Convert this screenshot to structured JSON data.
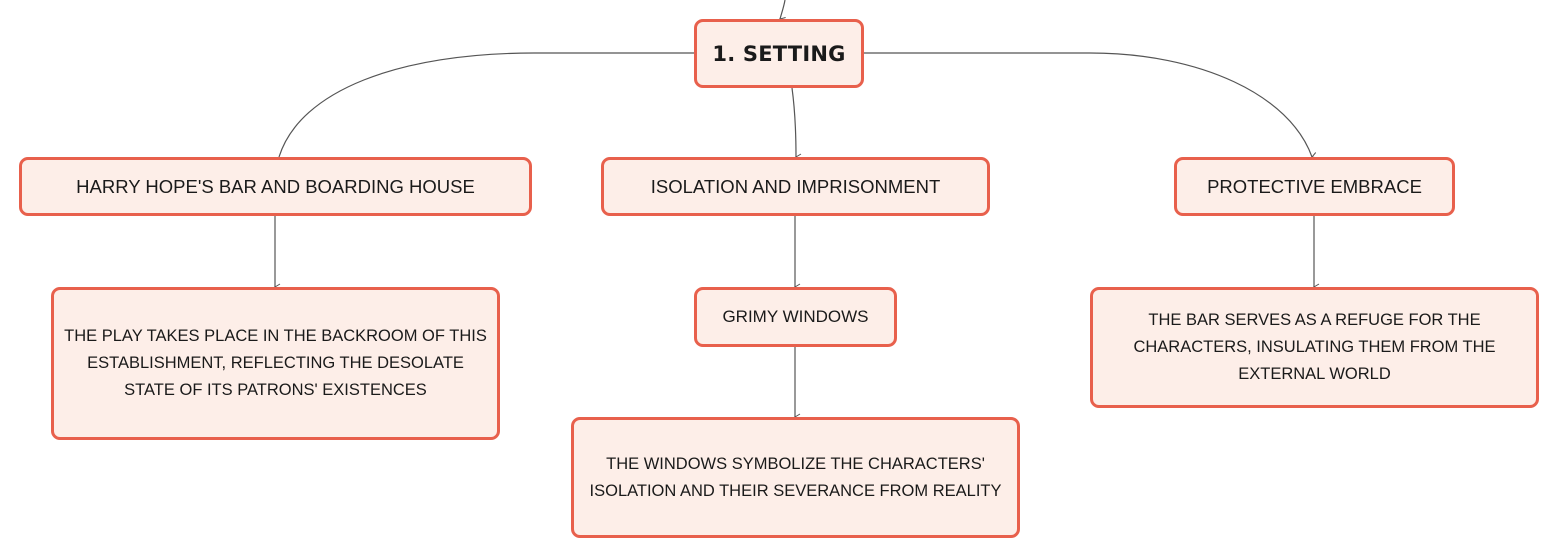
{
  "diagram": {
    "root": {
      "label": "1. SETTING"
    },
    "branches": [
      {
        "label": "HARRY HOPE'S BAR AND BOARDING HOUSE",
        "details": [
          {
            "text": "THE PLAY TAKES PLACE IN THE BACKROOM OF THIS ESTABLISHMENT, REFLECTING THE DESOLATE STATE OF ITS PATRONS' EXISTENCES"
          }
        ]
      },
      {
        "label": "ISOLATION AND IMPRISONMENT",
        "details": [
          {
            "label": "GRIMY WINDOWS"
          },
          {
            "text": "THE WINDOWS SYMBOLIZE THE CHARACTERS' ISOLATION AND THEIR SEVERANCE FROM REALITY"
          }
        ]
      },
      {
        "label": "PROTECTIVE EMBRACE",
        "details": [
          {
            "text": "THE BAR SERVES AS A REFUGE FOR THE CHARACTERS, INSULATING THEM FROM THE EXTERNAL WORLD"
          }
        ]
      }
    ],
    "colors": {
      "node_fill": "#fdeee8",
      "node_border": "#e8604c",
      "connector": "#555555",
      "text": "#1a1a1a"
    }
  }
}
